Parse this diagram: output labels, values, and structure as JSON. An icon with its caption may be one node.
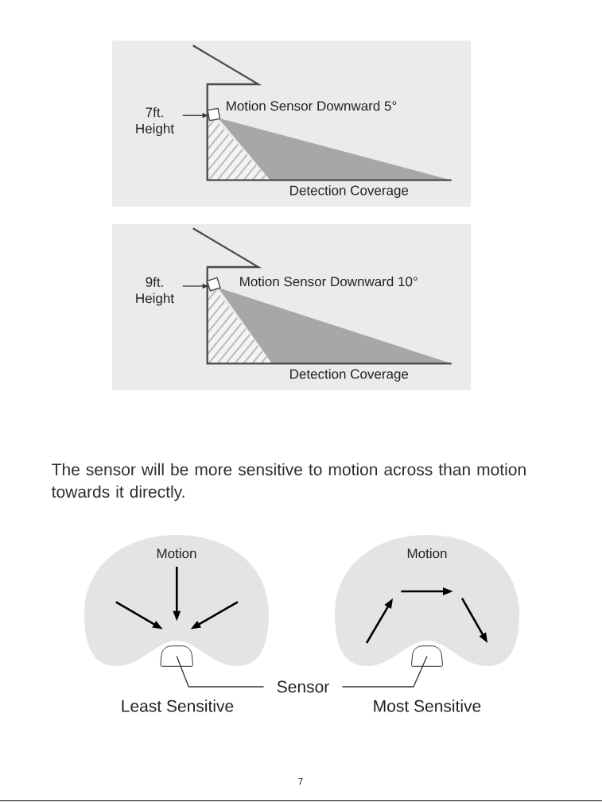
{
  "diagram": {
    "nodes": [
      {
        "text": [
          "7ft. Height"
        ]
      },
      {
        "text": [],
        "shape": "box"
      },
      {
        "text": [
          "9ft. Height"
        ]
      },
      {
        "text": [],
        "shape": "box"
      },
      {
        "text": [
          "Motion"
        ],
        "beside": [
          "Least Sensitive"
        ]
      },
      {
        "text": [],
        "shape": "box"
      },
      {
        "text": [
          "Motion"
        ],
        "beside": [
          "Most Sensitive"
        ]
      },
      {
        "text": [],
        "shape": "box"
      },
      {
        "text": [
          "Sensor"
        ]
      }
    ],
    "edges": [
      {
        "from": 0,
        "to": 1,
        "arrow": "to"
      },
      {
        "from": 2,
        "to": 3,
        "arrow": "to"
      },
      {
        "from": 8,
        "to": 5,
        "arrow": "none"
      },
      {
        "from": 8,
        "to": 7,
        "arrow": "none"
      }
    ],
    "labels": [
      "Motion Sensor Downward 5°",
      "Detection Coverage",
      "Motion Sensor Downward 10°",
      "Detection Coverage",
      "The sensor will be more sensitive to motion across than motion towards it directly.",
      "7"
    ]
  }
}
